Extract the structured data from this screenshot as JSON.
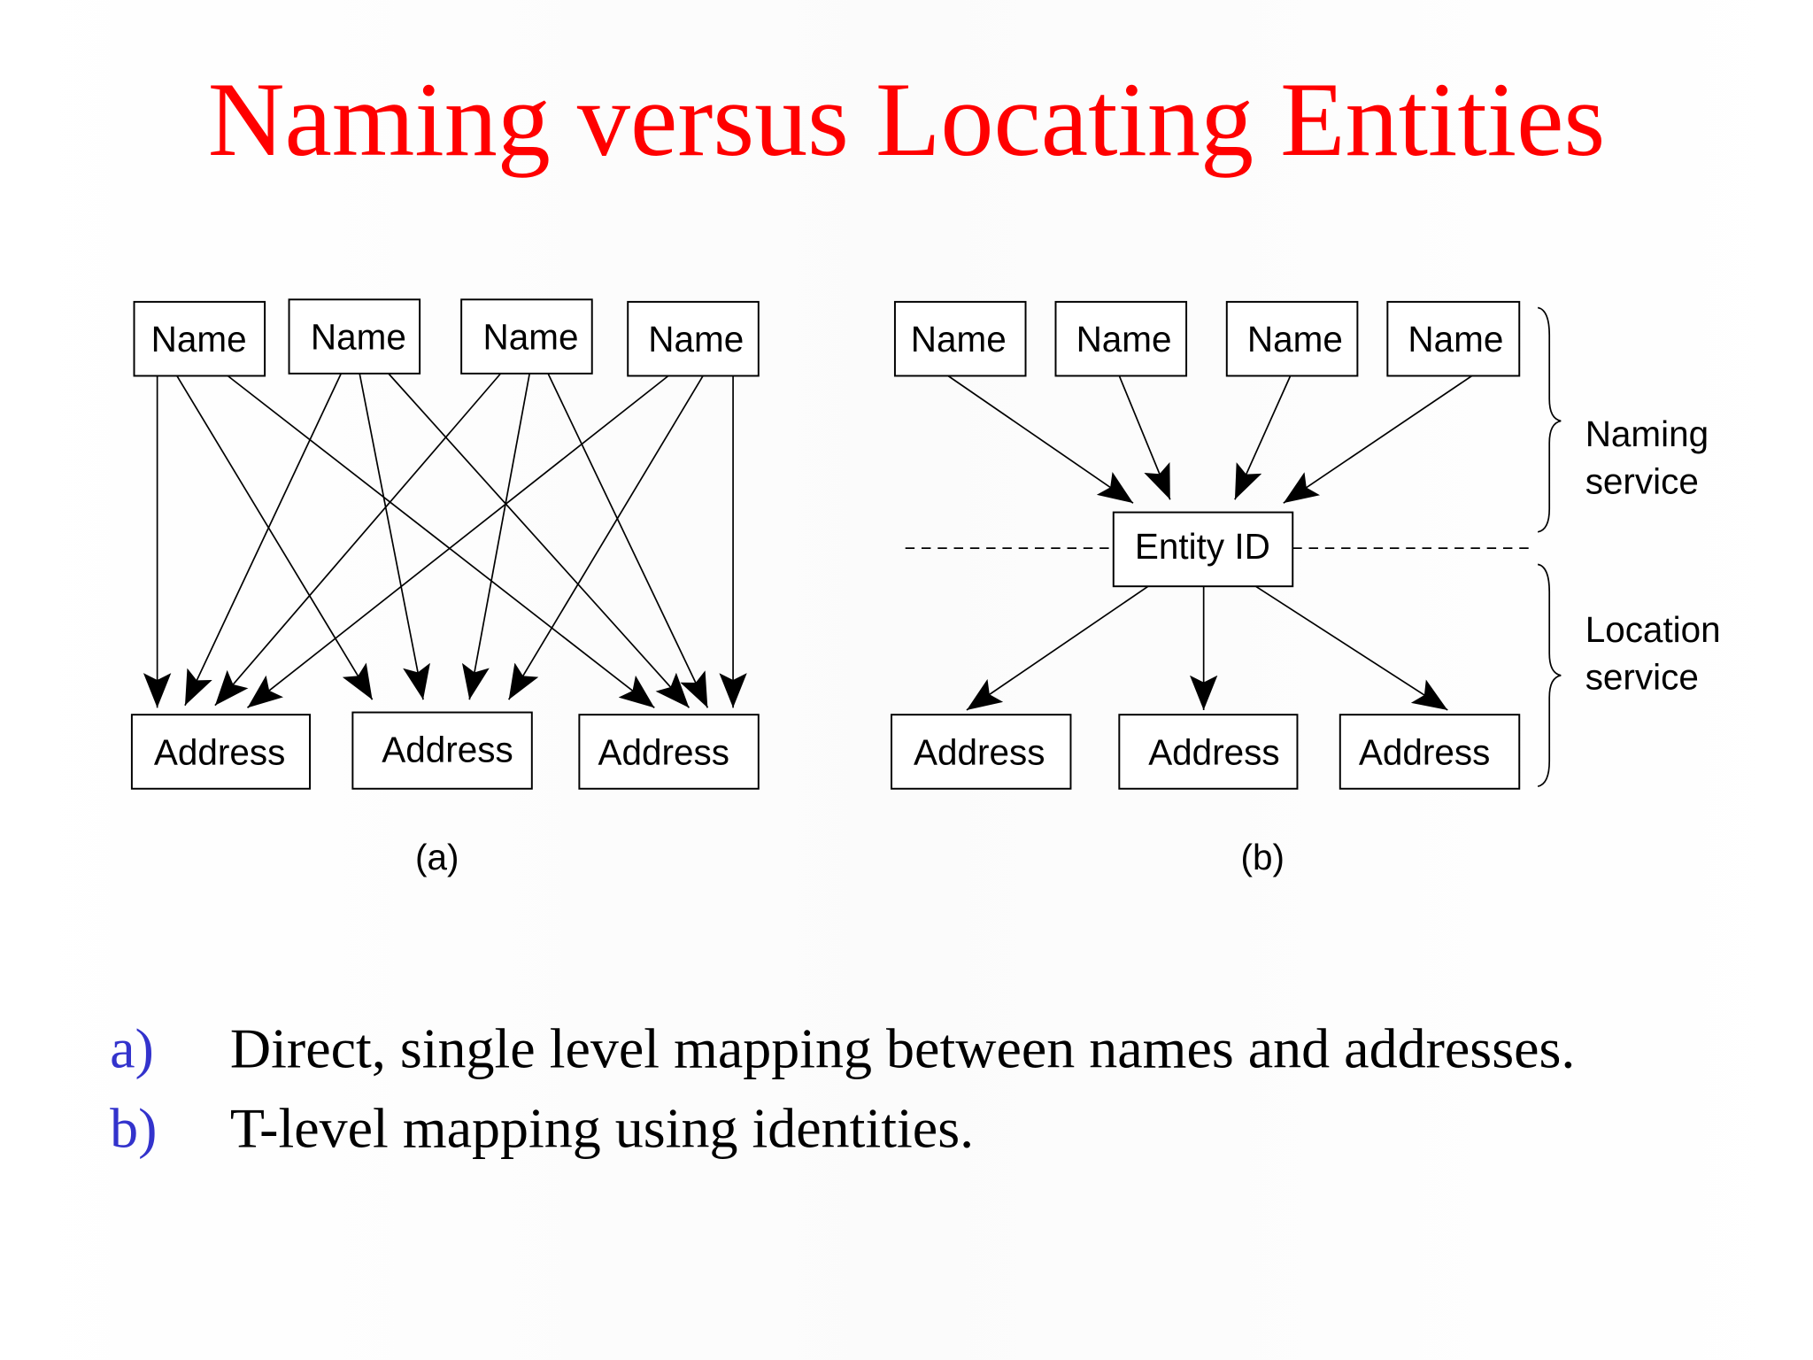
{
  "title": "Naming versus Locating Entities",
  "diagram_a": {
    "names": [
      "Name",
      "Name",
      "Name",
      "Name"
    ],
    "addresses": [
      "Address",
      "Address",
      "Address"
    ],
    "caption": "(a)"
  },
  "diagram_b": {
    "names": [
      "Name",
      "Name",
      "Name",
      "Name"
    ],
    "entity": "Entity ID",
    "addresses": [
      "Address",
      "Address",
      "Address"
    ],
    "naming_service": [
      "Naming",
      "service"
    ],
    "location_service": [
      "Location",
      "service"
    ],
    "caption": "(b)"
  },
  "bullets": [
    {
      "marker": "a)",
      "text": "Direct, single level mapping between names and addresses."
    },
    {
      "marker": "b)",
      "text": "T-level mapping using identities."
    }
  ],
  "colors": {
    "title": "#ff0000",
    "marker": "#3333cc"
  }
}
